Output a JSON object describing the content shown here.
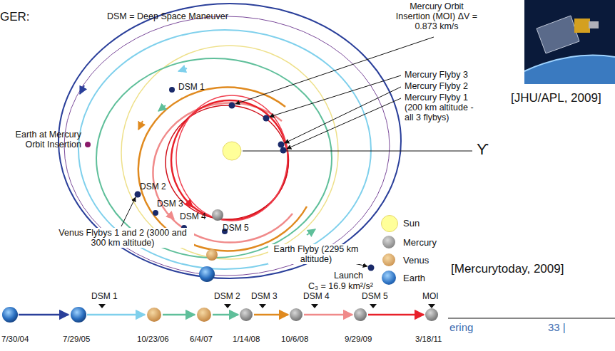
{
  "diagram": {
    "labels": [
      "GER:",
      "DSM = Deep Space Maneuver",
      "Mercury Orbit Insertion (MOI) ΔV = 0.873 km/s",
      "Mercury Flyby 3",
      "Mercury Flyby 2",
      "Mercury Flyby 1 (200 km altitude - all 3 flybys)",
      "[JHU/APL, 2009]",
      "DSM 1",
      "Earth at Mercury Orbit Insertion",
      "DSM 2",
      "DSM 3",
      "DSM 4",
      "DSM 5",
      "Venus Flybys 1 and 2 (3000 and 300 km altitude)",
      "Earth Flyby (2295 km altitude)",
      "Launch",
      "C₃ = 16.9 km²/s²",
      "ϒ",
      "[Mercurytoday, 2009]",
      "DSM 1",
      "DSM 2",
      "DSM 3",
      "DSM 4",
      "DSM 5",
      "MOI",
      "7/30/04",
      "7/29/05",
      "10/23/06",
      "6/4/07",
      "1/14/08",
      "10/6/08",
      "9/29/09",
      "3/18/11",
      "ering",
      "33 |"
    ],
    "legend": [
      {
        "text": "Sun",
        "color": "#ffff99"
      },
      {
        "text": "Mercury"
      },
      {
        "text": "Venus"
      },
      {
        "text": "Earth"
      }
    ]
  }
}
